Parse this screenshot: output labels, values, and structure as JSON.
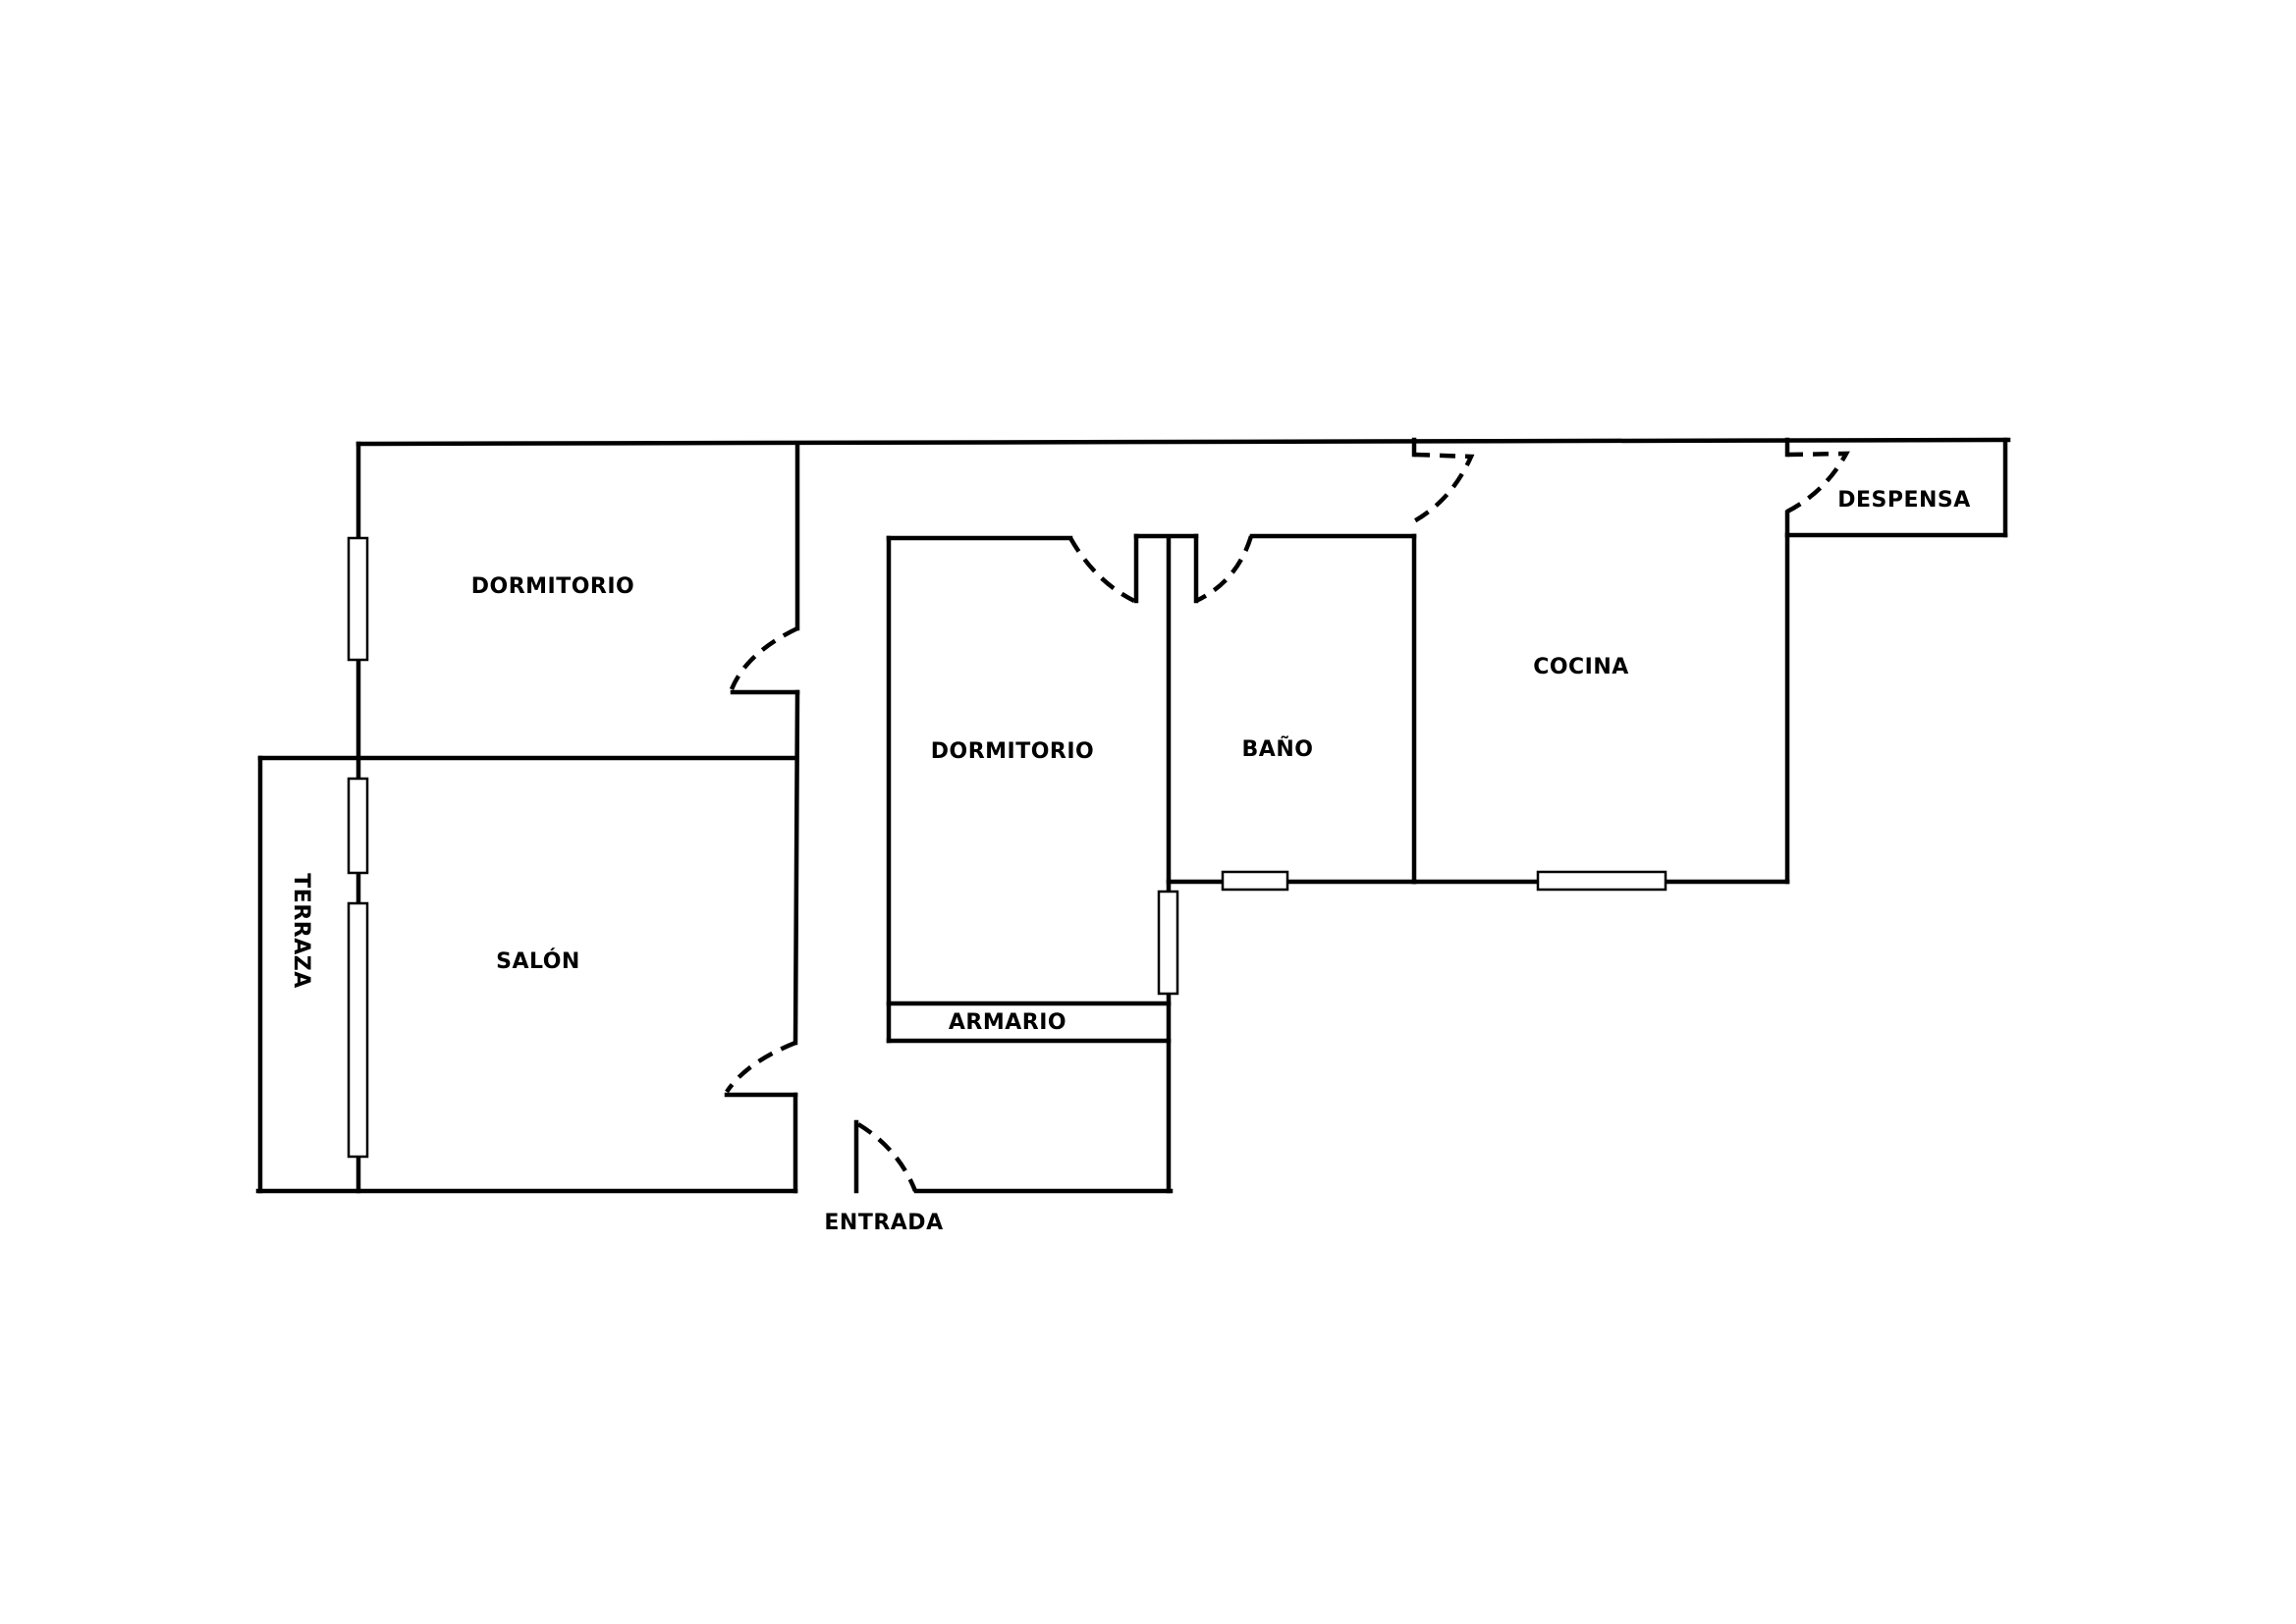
{
  "rooms": {
    "dormitorio_1": "DORMITORIO",
    "dormitorio_2": "DORMITORIO",
    "bano": "BAÑO",
    "cocina": "COCINA",
    "despensa": "DESPENSA",
    "salon": "SALÓN",
    "terraza": "TERRAZA",
    "armario": "ARMARIO",
    "entrada": "ENTRADA"
  }
}
